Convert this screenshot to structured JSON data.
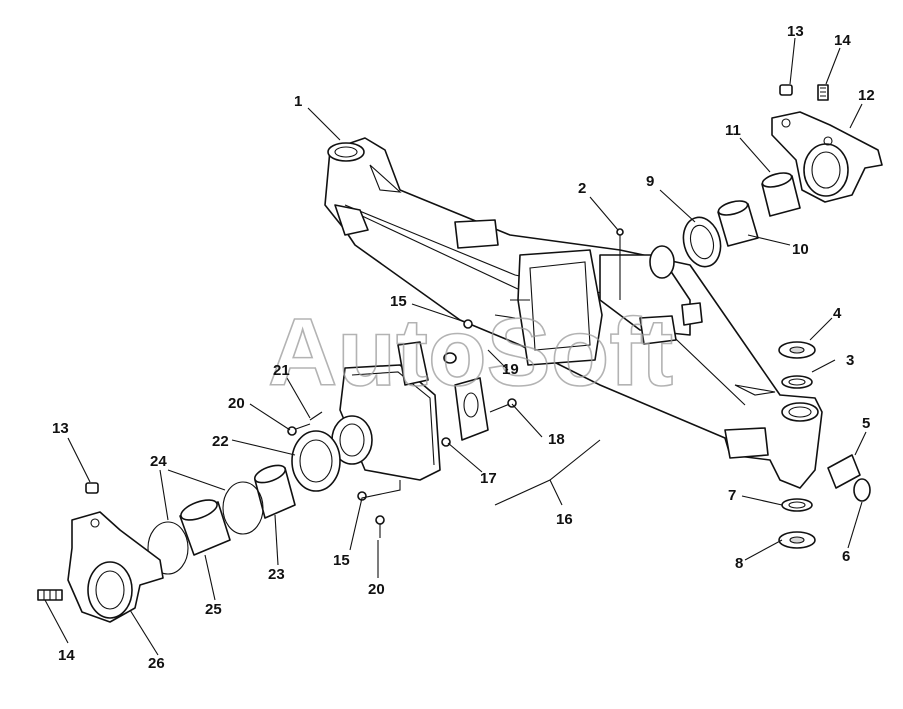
{
  "watermark": "AutoSoft",
  "callouts": {
    "c1": "1",
    "c2": "2",
    "c3": "3",
    "c4": "4",
    "c5": "5",
    "c6": "6",
    "c7": "7",
    "c8": "8",
    "c9": "9",
    "c10": "10",
    "c11": "11",
    "c12": "12",
    "c13a": "13",
    "c14a": "14",
    "c13b": "13",
    "c14b": "14",
    "c15a": "15",
    "c15b": "15",
    "c16": "16",
    "c17": "17",
    "c18": "18",
    "c19": "19",
    "c20a": "20",
    "c20b": "20",
    "c21": "21",
    "c22": "22",
    "c23": "23",
    "c24": "24",
    "c25": "25",
    "c26": "26"
  }
}
